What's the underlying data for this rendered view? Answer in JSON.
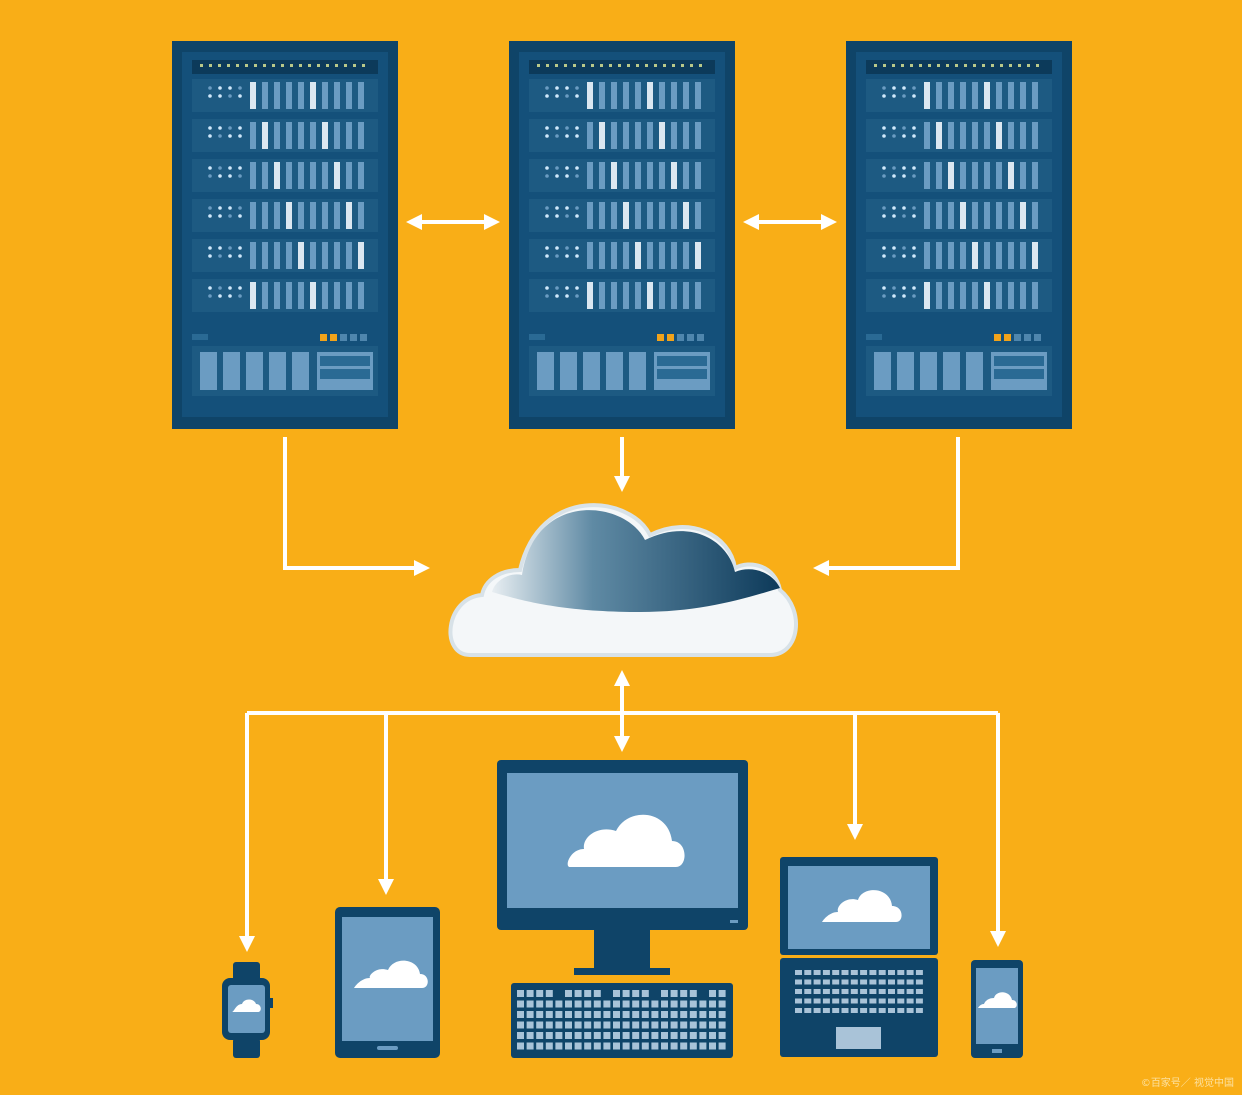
{
  "watermark": "©百家号／ 视觉中国",
  "colors": {
    "background": "#F9AE17",
    "server_dark": "#0f4468",
    "server_panel": "#1d5a82",
    "light_blue": "#6b9cc2",
    "arrow": "#ffffff",
    "led_orange": "#f2a31a"
  },
  "servers": [
    {
      "name": "server-rack-left"
    },
    {
      "name": "server-rack-center"
    },
    {
      "name": "server-rack-right"
    }
  ],
  "devices": [
    "smartwatch",
    "tablet",
    "desktop-monitor",
    "keyboard",
    "laptop",
    "smartphone"
  ]
}
